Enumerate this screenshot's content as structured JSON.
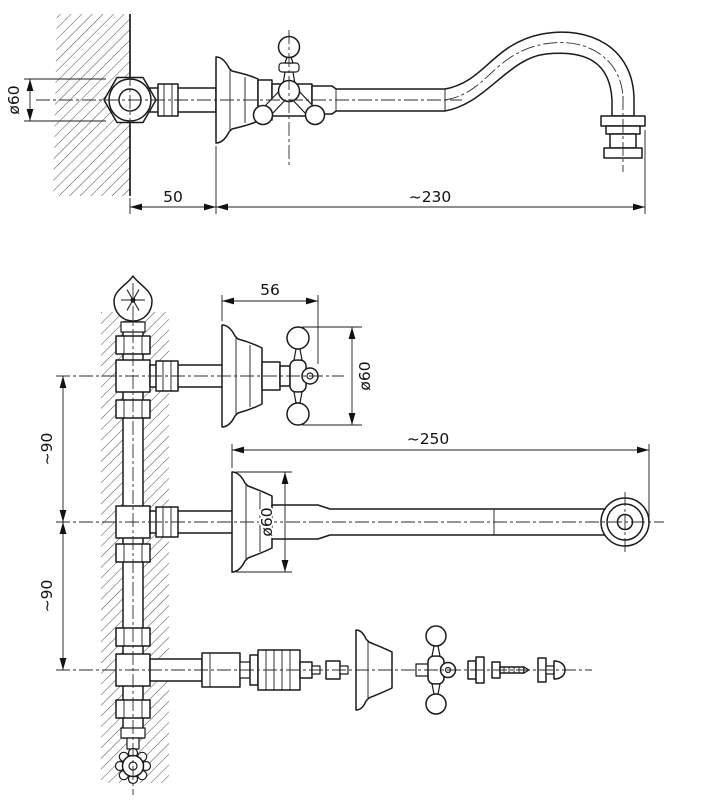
{
  "colors": {
    "background": "#ffffff",
    "line": "#1a1a1a",
    "hatch": "#3a3a3a"
  },
  "side_view": {
    "dim_inlet_diameter": "ø60",
    "dim_wall_offset": "50",
    "dim_spout_reach": "~230"
  },
  "plan_view": {
    "dim_handle_depth": "56",
    "dim_handle_diameter": "ø60",
    "dim_flange_diameter": "ø60",
    "dim_spout_reach": "~250",
    "dim_spacing_upper": "~90",
    "dim_spacing_lower": "~90"
  }
}
